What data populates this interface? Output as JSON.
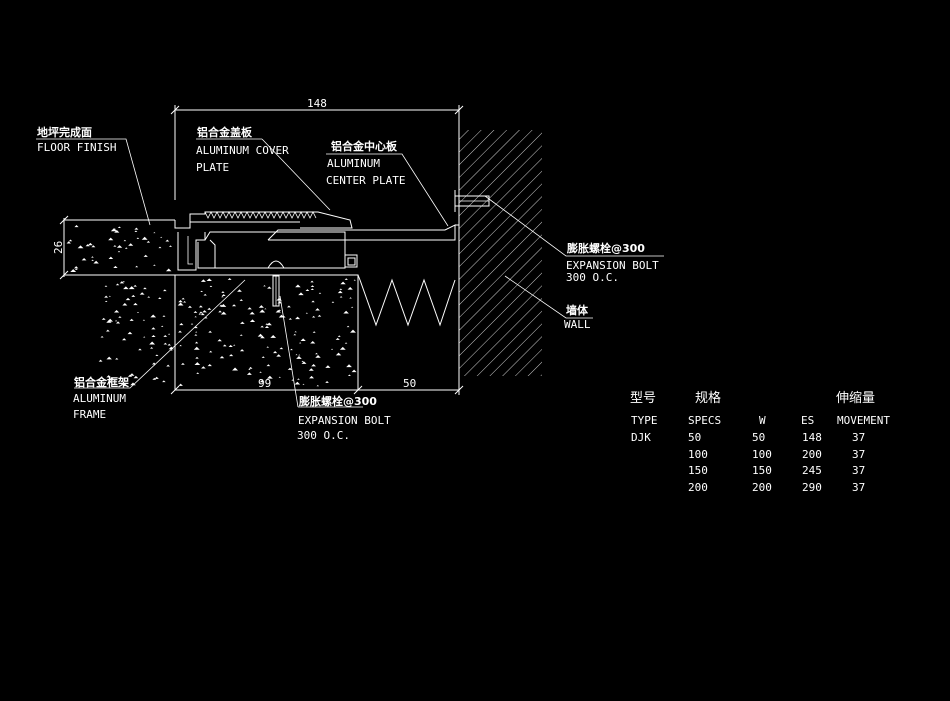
{
  "colors": {
    "background": "#000000",
    "line": "#ffffff"
  },
  "dimensions": {
    "top": "148",
    "left": "26",
    "bottom_left": "99",
    "bottom_right": "50"
  },
  "labels": {
    "floor_finish": {
      "cn": "地坪完成面",
      "en": "FLOOR FINISH"
    },
    "cover_plate": {
      "cn": "铝合金盖板",
      "en1": "ALUMINUM COVER",
      "en2": "PLATE"
    },
    "center_plate": {
      "cn": "铝合金中心板",
      "en1": "ALUMINUM",
      "en2": "CENTER PLATE"
    },
    "bolt_right": {
      "cn": "膨胀螺栓@300",
      "en1": "EXPANSION BOLT",
      "en2": "300 O.C."
    },
    "wall": {
      "cn": "墙体",
      "en": "WALL"
    },
    "frame": {
      "cn": "铝合金框架",
      "en1": "ALUMINUM",
      "en2": "FRAME"
    },
    "bolt_bottom": {
      "cn": "膨胀螺栓@300",
      "en1": "EXPANSION BOLT",
      "en2": "300 O.C."
    }
  },
  "table": {
    "header_cn": {
      "type": "型号",
      "specs": "规格",
      "movement": "伸缩量"
    },
    "header_en": {
      "type": "TYPE",
      "specs": "SPECS",
      "w": "W",
      "es": "ES",
      "movement": "MOVEMENT"
    },
    "model": "DJK",
    "rows": [
      {
        "specs": "50",
        "w": "50",
        "es": "148",
        "movement": "37"
      },
      {
        "specs": "100",
        "w": "100",
        "es": "200",
        "movement": "37"
      },
      {
        "specs": "150",
        "w": "150",
        "es": "245",
        "movement": "37"
      },
      {
        "specs": "200",
        "w": "200",
        "es": "290",
        "movement": "37"
      }
    ]
  }
}
